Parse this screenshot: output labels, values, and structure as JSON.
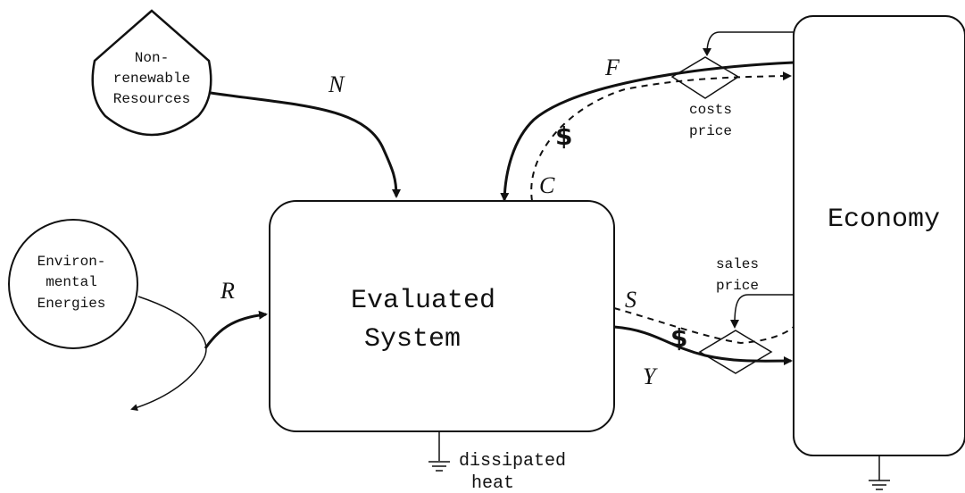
{
  "nodes": {
    "nonrenewable": [
      "Non-",
      "renewable",
      "Resources"
    ],
    "environmental": [
      "Environ-",
      "mental",
      "Energies"
    ],
    "system": [
      "Evaluated",
      "System"
    ],
    "economy": "Economy"
  },
  "flows": {
    "N": "N",
    "R": "R",
    "F": "F",
    "C": "C",
    "S": "S",
    "Y": "Y"
  },
  "transactions": {
    "costs": [
      "costs",
      "price"
    ],
    "sales": [
      "sales",
      "price"
    ],
    "money_symbol": "$"
  },
  "sinks": {
    "dissipated": [
      "dissipated",
      "heat"
    ]
  }
}
